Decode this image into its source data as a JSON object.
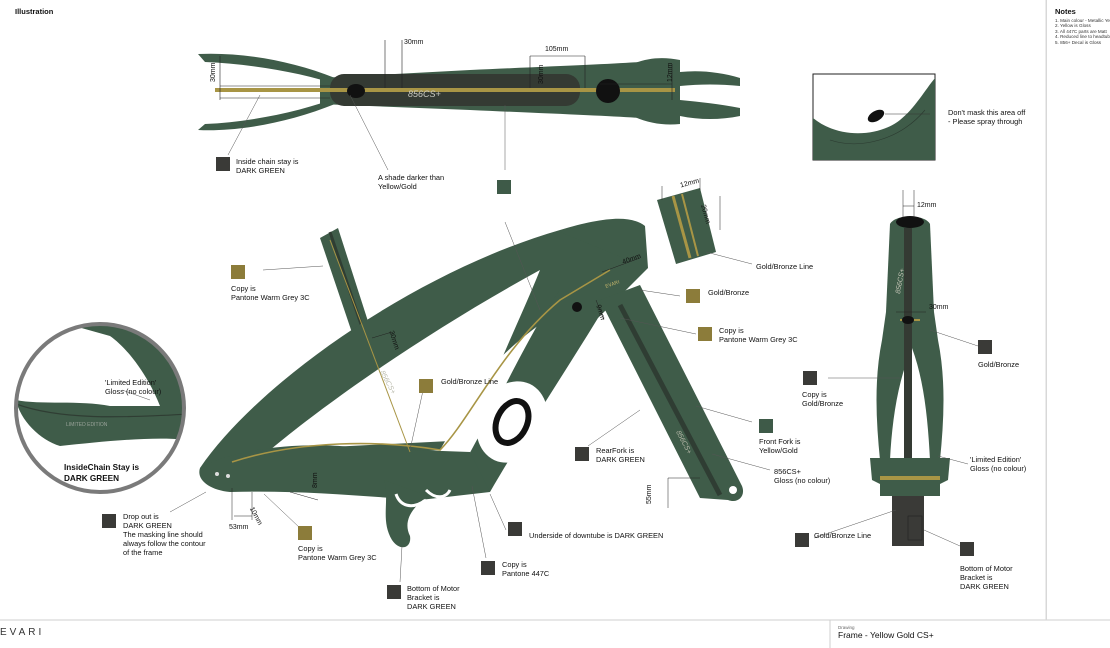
{
  "header": {
    "title": "Illustration"
  },
  "notes": {
    "title": "Notes",
    "items": [
      "1.  Main colour - Metallic Ye",
      "2.  Yellow is Gloss",
      "3.  All 447C parts are Matt",
      "4.  Reduced line to headtub",
      "5.  856+ Decal is Gloss"
    ]
  },
  "dimensions": {
    "top_30a": "30mm",
    "top_30b": "30mm",
    "top_105": "105mm",
    "top_30c": "30mm",
    "top_12": "12mm",
    "inset_12": "12mm",
    "inset_20": "20mm",
    "frame_40": "40mm",
    "frame_9": "9mm",
    "frame_30": "30mm",
    "frame_8": "8mm",
    "frame_10": "10mm",
    "frame_53": "53mm",
    "frame_55": "55mm",
    "fork_12": "12mm",
    "fork_30": "30mm"
  },
  "decals": {
    "top_logo": "856CS+",
    "frame_logo": "856CS+",
    "fork_logo": "856CS+",
    "brand_small": "EVARI",
    "limited": "LIMITED EDITION"
  },
  "callouts": {
    "inside_chain": [
      "Inside chain stay is",
      "DARK GREEN"
    ],
    "shade_darker": [
      "A shade darker than",
      "Yellow/Gold"
    ],
    "dont_mask": [
      "Don't mask this area off",
      "- Please spray through"
    ],
    "copy_warm_grey_1": [
      "Copy is",
      "Pantone Warm Grey 3C"
    ],
    "gold_bronze_line_inset": [
      "Gold/Bronze Line"
    ],
    "gold_bronze_1": [
      "Gold/Bronze"
    ],
    "copy_warm_grey_2": [
      "Copy is",
      "Pantone Warm Grey 3C"
    ],
    "gold_bronze_line_frame": [
      "Gold/Bronze Line"
    ],
    "limited_edition_circle": [
      "'Limited Edition'",
      "Gloss (no colour)"
    ],
    "inside_chain_stay_bold": [
      "InsideChain Stay is",
      "DARK GREEN"
    ],
    "rear_fork": [
      "RearFork is",
      "DARK GREEN"
    ],
    "front_fork": [
      "Front Fork is",
      "Yellow/Gold"
    ],
    "decal_856": [
      "856CS+",
      "Gloss (no colour)"
    ],
    "drop_out": [
      "Drop out is",
      "DARK GREEN",
      "The masking line should",
      "always follow the contour",
      "of the frame"
    ],
    "underside_downtube": [
      "Underside of downtube is DARK GREEN"
    ],
    "copy_warm_grey_3": [
      "Copy is",
      "Pantone Warm Grey 3C"
    ],
    "copy_447c": [
      "Copy is",
      "Pantone 447C"
    ],
    "bottom_motor_1": [
      "Bottom of Motor",
      "Bracket is",
      "DARK GREEN"
    ],
    "copy_gold_bronze": [
      "Copy is",
      "Gold/Bronze"
    ],
    "gold_bronze_2": [
      "Gold/Bronze"
    ],
    "limited_edition_fork": [
      "'Limited Edition'",
      "Gloss (no colour)"
    ],
    "gold_bronze_line_fork": [
      "Gold/Bronze Line"
    ],
    "bottom_motor_2": [
      "Bottom of Motor",
      "Bracket is",
      "DARK GREEN"
    ]
  },
  "footer": {
    "brand": "EVARI",
    "drawing_label": "Drawing",
    "drawing_title": "Frame - Yellow Gold CS+"
  },
  "colors": {
    "frame_green": "#3f5c49",
    "frame_green_light": "#4f6e58",
    "dark_grey": "#3a3a37",
    "gold": "#8c7c3a",
    "gold_line": "#a89545",
    "inside_dark": "#2f3d33"
  }
}
